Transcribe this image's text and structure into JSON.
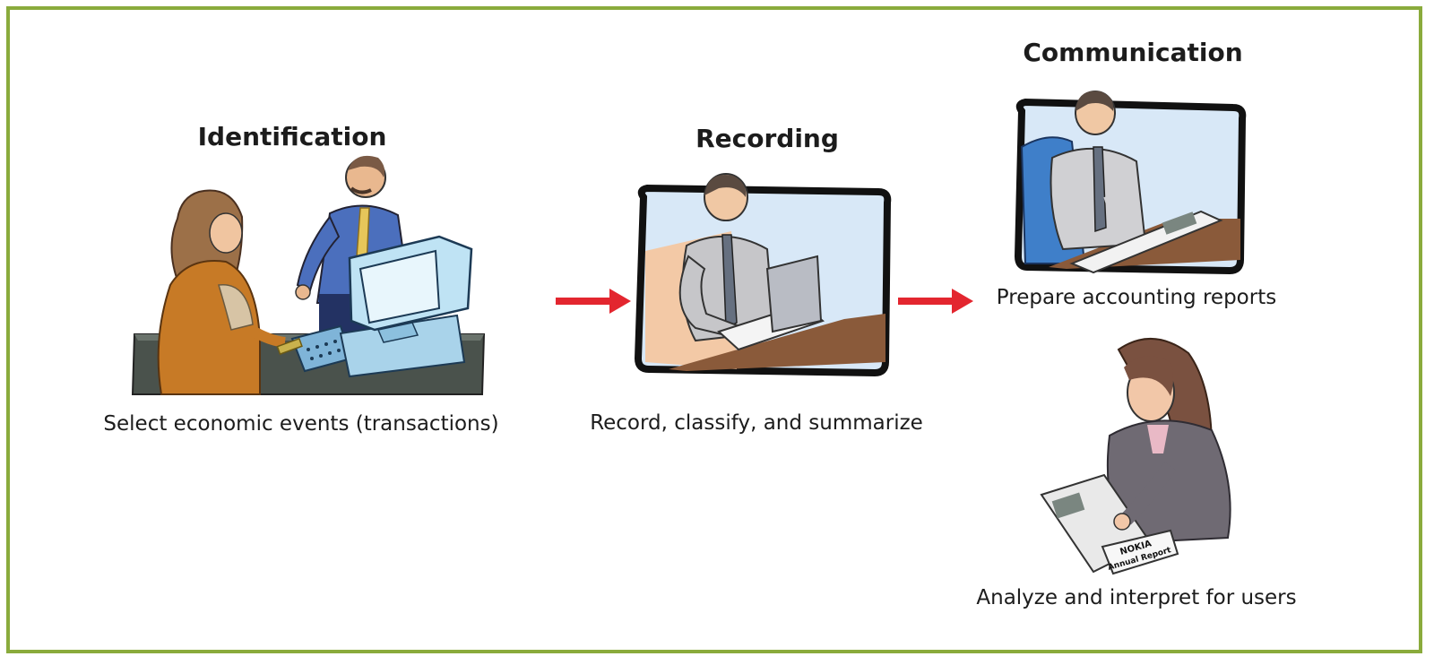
{
  "colors": {
    "border": "#8aab3c",
    "arrow": "#e3262f",
    "text": "#1c1c1c"
  },
  "stages": {
    "identification": {
      "title": "Identification",
      "caption": "Select economic events (transactions)",
      "icon": "clerk-customer-computer-icon"
    },
    "recording": {
      "title": "Recording",
      "caption": "Record, classify, and summarize",
      "icon": "man-typing-laptop-icon"
    },
    "communication": {
      "title": "Communication",
      "reports_caption": "Prepare accounting reports",
      "reports_icon": "man-writing-report-icon",
      "users_caption": "Analyze and interpret for users",
      "users_icon": "woman-reading-report-icon",
      "report_cover_text": [
        "NOKIA",
        "Annual Report"
      ]
    }
  },
  "arrows": [
    "arrow-right-icon",
    "arrow-right-icon"
  ]
}
